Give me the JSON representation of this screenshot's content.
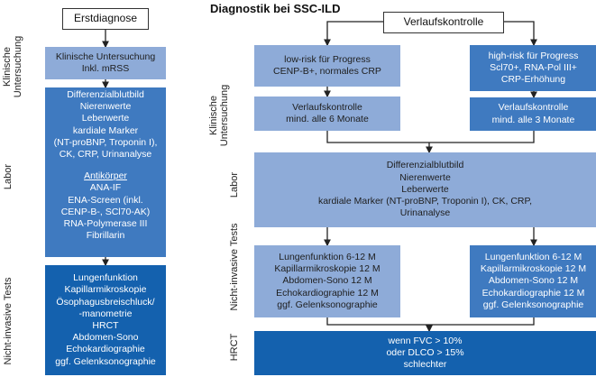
{
  "left": {
    "start": "Erstdiagnose",
    "labels": {
      "klinisch": [
        "Klinische",
        "Untersuchung"
      ],
      "labor": "Labor",
      "tests": "Nicht-invasive Tests"
    },
    "clinical_box": [
      "Klinische Untersuchung",
      "Inkl. mRSS"
    ],
    "labor_box_lines": [
      "Differenzialblutbild",
      "Nierenwerte",
      "Leberwerte",
      "kardiale Marker",
      "(NT-proBNP, Troponin I),",
      "CK, CRP, Urinanalyse"
    ],
    "antikoerper_heading": "Antikörper",
    "antikoerper_lines": [
      "ANA-IF",
      "ENA-Screen (inkl.",
      "CENP-B-, SCl70-AK)",
      "RNA-Polymerase III",
      "Fibrillarin"
    ],
    "tests_box_lines": [
      "Lungenfunktion",
      "Kapillarmikroskopie",
      "Ösophagusbreischluck/",
      "-manometrie",
      "HRCT",
      "Abdomen-Sono",
      "Echokardiographie",
      "ggf. Gelenksonographie"
    ]
  },
  "right": {
    "title": "Diagnostik bei SSC-ILD",
    "start": "Verlaufskontrolle",
    "labels": {
      "klinisch": [
        "Klinische",
        "Untersuchung"
      ],
      "labor": "Labor",
      "tests": "Nicht-invasive Tests",
      "hrct": "HRCT"
    },
    "low_risk": [
      "low-risk für Progress",
      "CENP-B+, normales CRP"
    ],
    "high_risk": [
      "high-risk für Progress",
      "Scl70+, RNA-Pol III+",
      "CRP-Erhöhung"
    ],
    "low_followup": [
      "Verlaufskontrolle",
      "mind. alle 6 Monate"
    ],
    "high_followup": [
      "Verlaufskontrolle",
      "mind. alle 3 Monate"
    ],
    "labor_lines": [
      "Differenzialblutbild",
      "Nierenwerte",
      "Leberwerte",
      "kardiale Marker (NT-proBNP, Troponin I), CK, CRP,",
      "Urinanalyse"
    ],
    "tests_low": [
      "Lungenfunktion 6-12 M",
      "Kapillarmikroskopie 12 M",
      "Abdomen-Sono 12 M",
      "Echokardiographie 12 M",
      "ggf. Gelenksonographie"
    ],
    "tests_high": [
      "Lungenfunktion 6-12 M",
      "Kapillarmikroskopie 12 M",
      "Abdomen-Sono 12 M",
      "Echokardiographie 12 M",
      "ggf. Gelenksonographie"
    ],
    "hrct_lines": [
      "wenn FVC > 10%",
      "oder DLCO > 15%",
      "schlechter"
    ]
  }
}
